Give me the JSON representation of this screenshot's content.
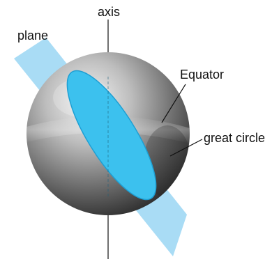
{
  "labels": {
    "axis": "axis",
    "plane": "plane",
    "equator": "Equator",
    "great_circle": "great circle"
  },
  "colors": {
    "plane_fill": "#a9dcf5",
    "great_circle_fill": "#3cc1ee",
    "great_circle_stroke": "#1e9fd3",
    "axis_line": "#222222",
    "leader_line": "#111111"
  }
}
